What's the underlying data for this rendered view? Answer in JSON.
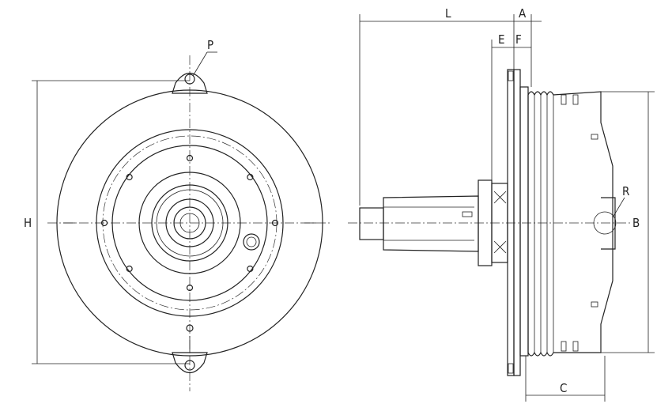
{
  "drawing": {
    "front_view": {
      "label_ear_hole": "P",
      "label_height": "H"
    },
    "side_view": {
      "label_length": "L",
      "label_a": "A",
      "label_e": "E",
      "label_f": "F",
      "label_radius": "R",
      "label_diameter": "B",
      "label_c": "C"
    }
  }
}
